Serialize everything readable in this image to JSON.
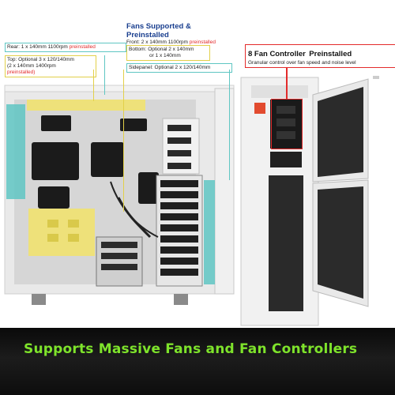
{
  "colors": {
    "accent_green": "#7ee32b",
    "yellow_fan_zone": "#f2e36a",
    "teal_fan_zone": "#5fc6c3",
    "red_highlight": "#e32b2b",
    "title_blue": "#1a3f8f"
  },
  "fans_callout": {
    "title": "Fans Supported & Preinstalled",
    "front_text": "Front: 2 x 140mm 1100rpm",
    "front_red": "preinstalled",
    "bottom_line1": "Bottom: Optional 2 x 140mm",
    "bottom_line2": "or 1 x 140mm",
    "sidepanel": "Sidepanel: Optional 2 x 120/140mm"
  },
  "rear_callout": {
    "text": "Rear: 1 x 140mm 1100rpm",
    "red": "preinstalled"
  },
  "top_callout": {
    "line1": "Top: Optional 3 x 120/140mm",
    "line2": "(2 x 140mm 1400rpm",
    "red": "preinstalled)"
  },
  "controller_callout": {
    "title_black": "8 Fan Controller",
    "title_red": "Preinstalled",
    "subtitle": "Granular control over fan speed and noise level"
  },
  "banner": {
    "text": "Supports Massive Fans and Fan Controllers"
  }
}
